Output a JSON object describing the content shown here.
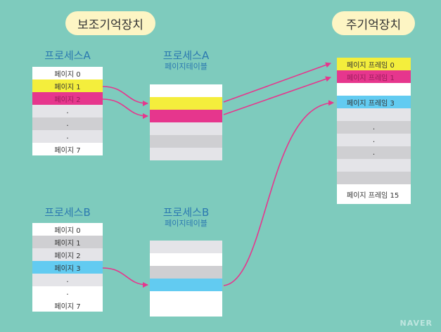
{
  "secondary_storage": {
    "label": "보조기억장치"
  },
  "main_memory": {
    "label": "주기억장치",
    "frames": [
      "페이지 프레임 0",
      "페이지 프레임 1",
      "",
      "페이지 프레임 3",
      "",
      "",
      "",
      "",
      "",
      "",
      "페이지 프레임 15"
    ]
  },
  "process_a": {
    "title": "프로세스A",
    "pages": [
      "페이지 0",
      "페이지 1",
      "페이지 2",
      "",
      "",
      "",
      "페이지 7"
    ],
    "page_table_title": "프로세스A",
    "page_table_subtitle": "페이지테이블"
  },
  "process_b": {
    "title": "프로세스B",
    "pages": [
      "페이지 0",
      "페이지 1",
      "페이지 2",
      "페이지 3",
      "",
      "",
      "페이지 7"
    ],
    "page_table_title": "프로세스B",
    "page_table_subtitle": "페이지테이블"
  },
  "colors": {
    "background": "#7ecbbd",
    "arrow": "#e6368d",
    "yellow": "#f4ee3c",
    "magenta": "#e6368d",
    "cyan": "#62cbf1",
    "title_blue": "#2b79b0"
  },
  "watermark": "NAVER"
}
